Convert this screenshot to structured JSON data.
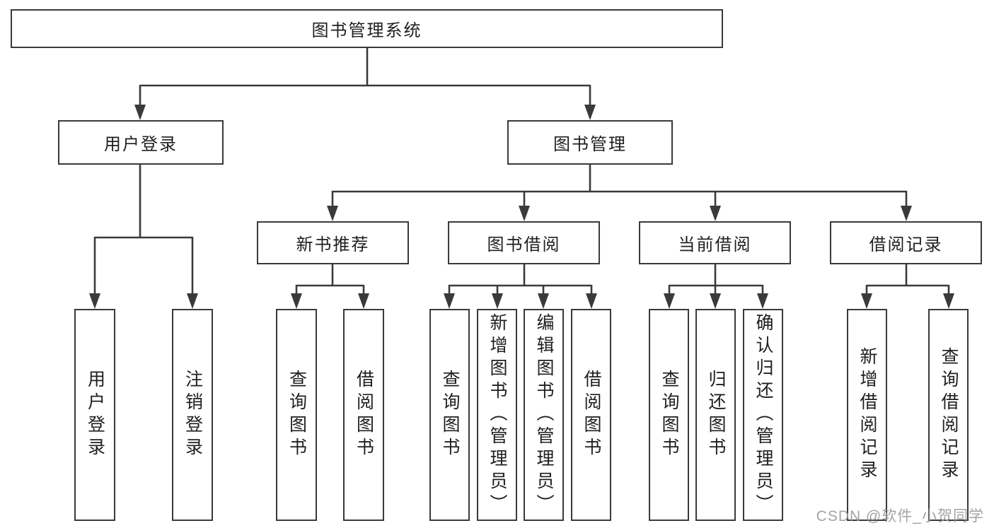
{
  "tree": {
    "root": {
      "label": "图书管理系统"
    },
    "branches": [
      {
        "label": "用户登录",
        "children": [
          {
            "label": "用户登录"
          },
          {
            "label": "注销登录"
          }
        ]
      },
      {
        "label": "图书管理",
        "children": [
          {
            "label": "新书推荐",
            "children": [
              {
                "label": "查询图书"
              },
              {
                "label": "借阅图书"
              }
            ]
          },
          {
            "label": "图书借阅",
            "children": [
              {
                "label": "查询图书"
              },
              {
                "label": "新增图书（管理员）"
              },
              {
                "label": "编辑图书（管理员）"
              },
              {
                "label": "借阅图书"
              }
            ]
          },
          {
            "label": "当前借阅",
            "children": [
              {
                "label": "查询图书"
              },
              {
                "label": "归还图书"
              },
              {
                "label": "确认归还（管理员）"
              }
            ]
          },
          {
            "label": "借阅记录",
            "children": [
              {
                "label": "新增借阅记录"
              },
              {
                "label": "查询借阅记录"
              }
            ]
          }
        ]
      }
    ]
  },
  "watermark": "CSDN @软件_小贺同学",
  "colors": {
    "line": "#3a3a3a",
    "text": "#1f1f1f",
    "watermark": "#9b9b9b",
    "background": "#ffffff"
  }
}
